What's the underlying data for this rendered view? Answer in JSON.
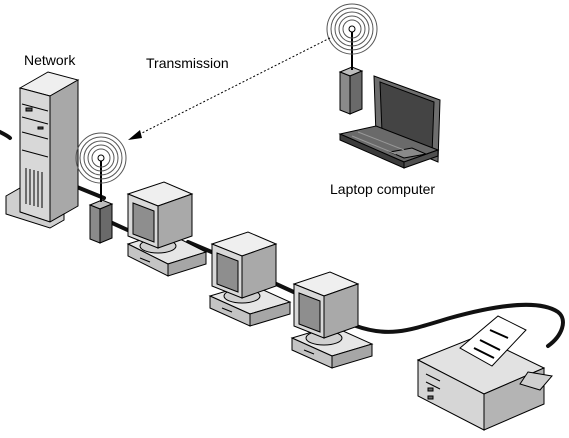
{
  "labels": {
    "network": "Network",
    "transmission": "Transmission",
    "laptop": "Laptop computer"
  },
  "colors": {
    "outline": "#000000",
    "light_gray": "#e0e0e0",
    "mid_gray": "#9a9a9a",
    "dark_gray": "#5a5a5a",
    "cable": "#111111"
  },
  "icons": [
    "server-icon",
    "wireless-access-point-icon",
    "desktop-computer-icon",
    "laptop-icon",
    "laser-printer-icon",
    "radio-wave-icon"
  ]
}
